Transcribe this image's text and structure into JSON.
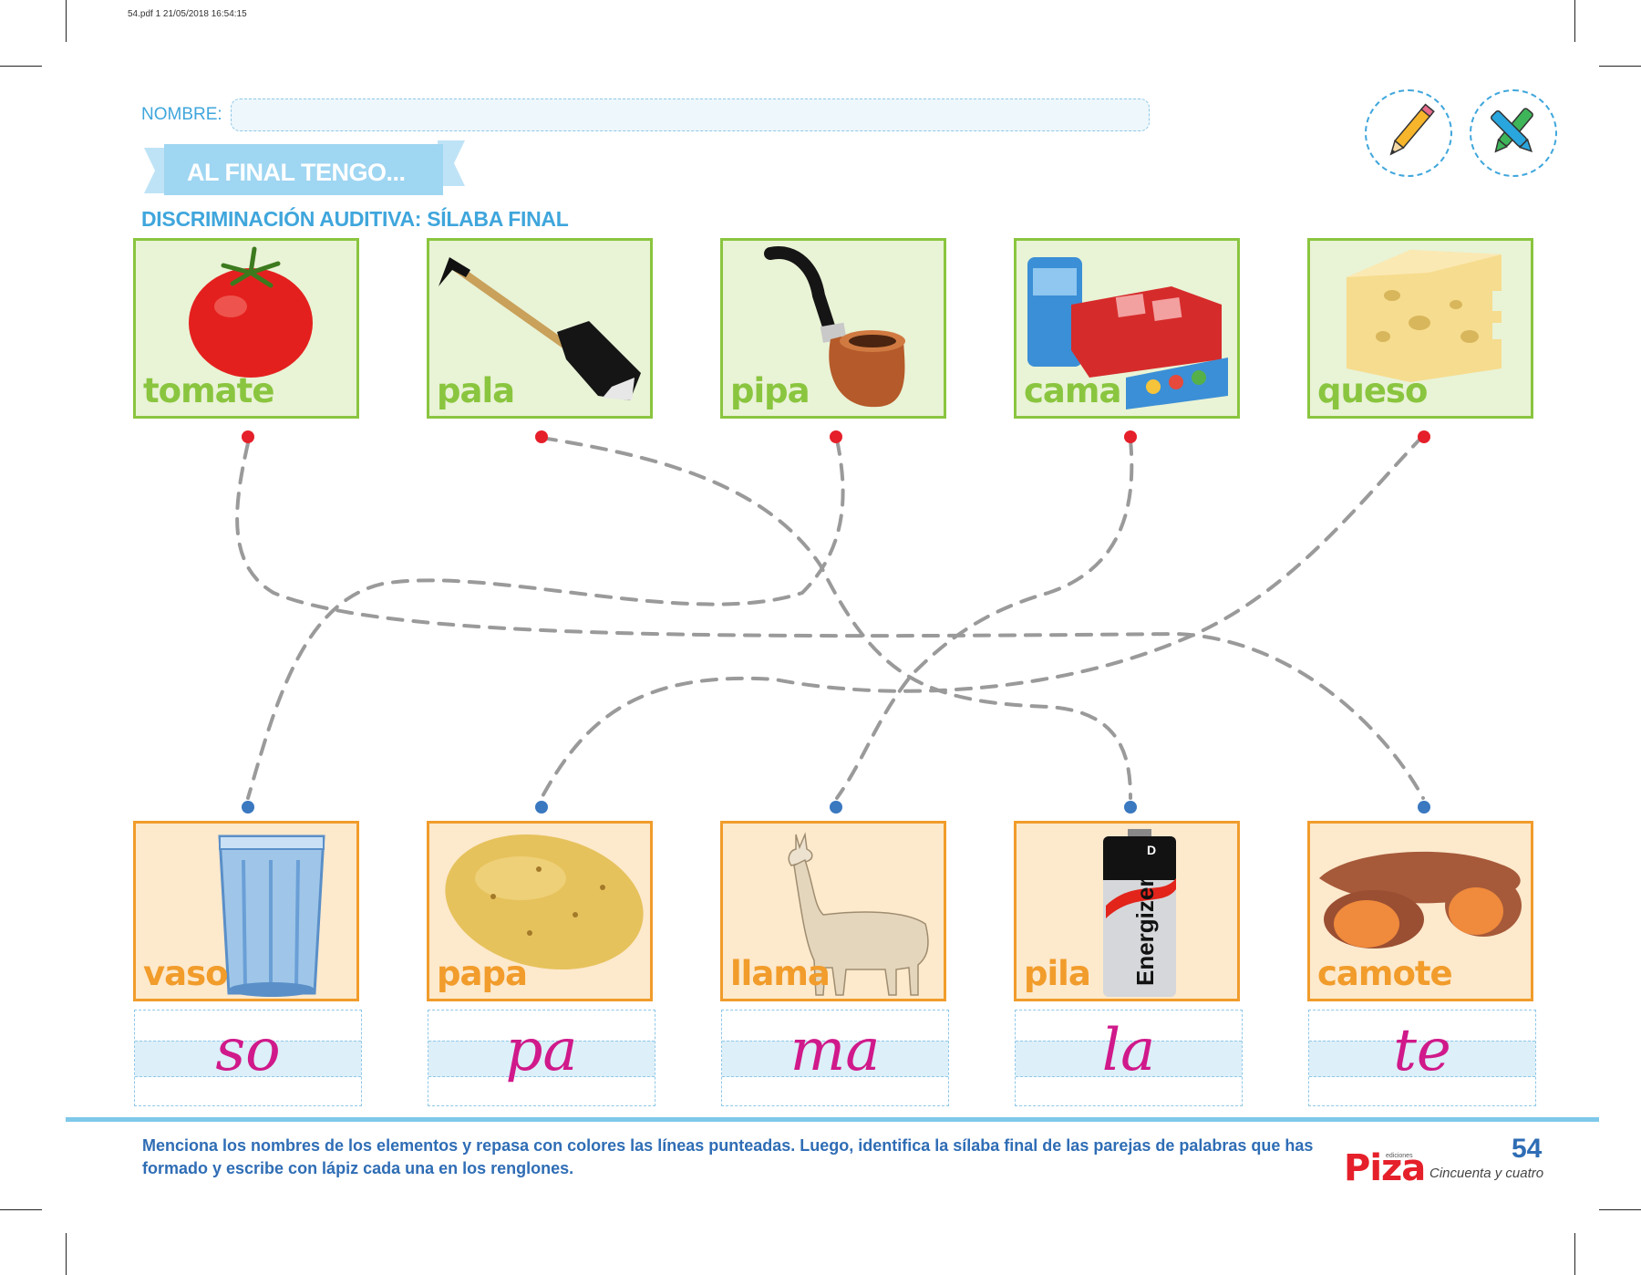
{
  "meta": {
    "print_info": "54.pdf  1  21/05/2018  16:54:15"
  },
  "header": {
    "name_label": "NOMBRE:",
    "title": "AL FINAL TENGO...",
    "subtitle": "DISCRIMINACIÓN AUDITIVA: SÍLABA FINAL",
    "badges": [
      "pencil-icon",
      "markers-icon"
    ]
  },
  "top_words": [
    {
      "word": "tomate",
      "icon": "tomato-image"
    },
    {
      "word": "pala",
      "icon": "shovel-image"
    },
    {
      "word": "pipa",
      "icon": "pipe-image"
    },
    {
      "word": "cama",
      "icon": "bed-image"
    },
    {
      "word": "queso",
      "icon": "cheese-image"
    }
  ],
  "bottom_words": [
    {
      "word": "vaso",
      "icon": "glass-image",
      "syllable": "so"
    },
    {
      "word": "papa",
      "icon": "potato-image",
      "syllable": "pa"
    },
    {
      "word": "llama",
      "icon": "llama-image",
      "syllable": "ma"
    },
    {
      "word": "pila",
      "icon": "battery-image",
      "syllable": "la"
    },
    {
      "word": "camote",
      "icon": "sweet-potato-image",
      "syllable": "te"
    }
  ],
  "battery_text": {
    "brand": "Energizer",
    "size": "D"
  },
  "footer": {
    "instructions": "Menciona los nombres de los elementos y repasa con colores las líneas punteadas. Luego, identifica la sílaba final de las parejas de palabras que has formado y escribe con lápiz cada una en los renglones.",
    "page_number": "54",
    "page_words": "Cincuenta y cuatro",
    "publisher": "Piza",
    "publisher_small": "ediciones"
  },
  "colors": {
    "accent_blue": "#3fa6dc",
    "green": "#8ac53f",
    "orange": "#f19c2b",
    "magenta": "#d0198a",
    "red_dot": "#e5202a",
    "blue_dot": "#3a78c0"
  }
}
